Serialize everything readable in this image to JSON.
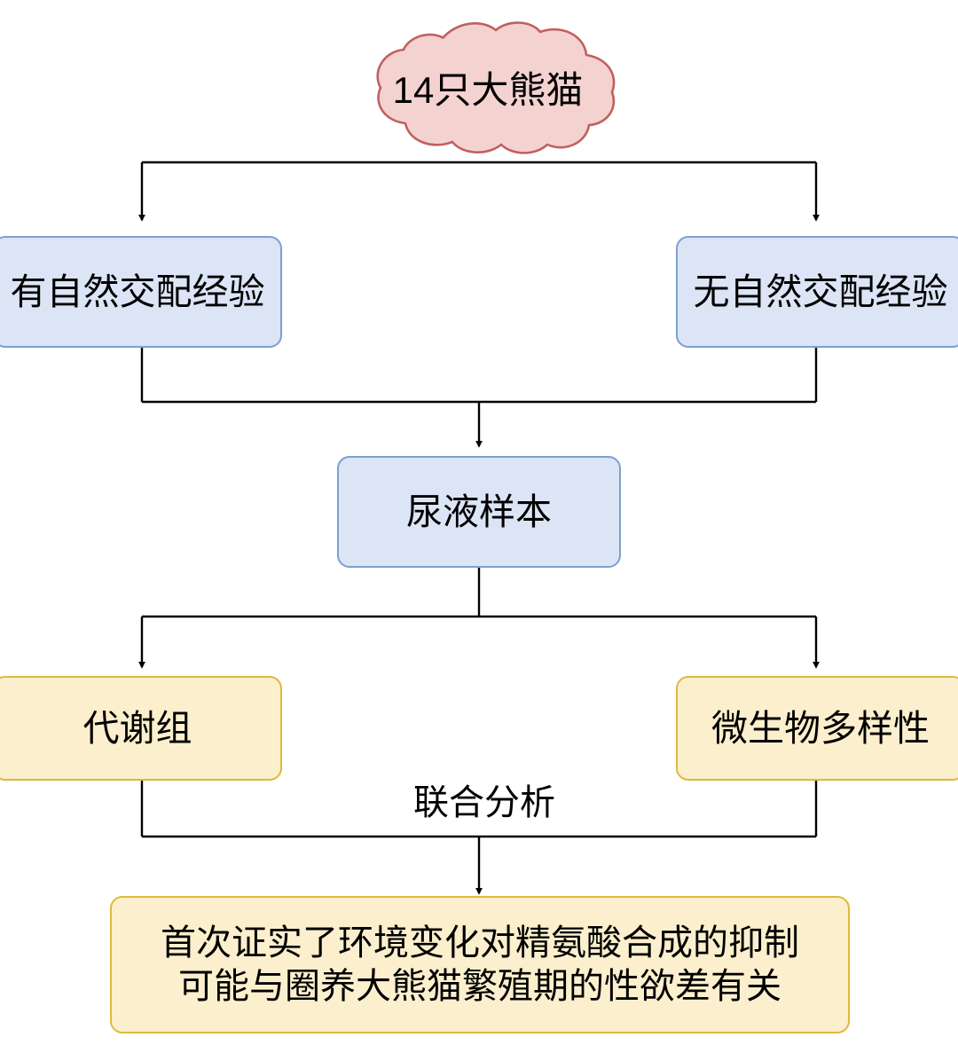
{
  "diagram": {
    "title_text": "14只大熊猫",
    "background_color": "#ffffff",
    "colors": {
      "cloud_fill": "#f4d2d0",
      "cloud_stroke": "#c1605f",
      "blue_fill": "#dbe5f5",
      "blue_stroke": "#7e9fd2",
      "yellow_fill": "#fcefcd",
      "yellow_stroke": "#dfb93e",
      "edge_stroke": "#000000",
      "text_color": "#000000"
    },
    "nodes": {
      "source": {
        "label": "14只大熊猫",
        "shape": "cloud"
      },
      "group_left": {
        "label": "有自然交配经验",
        "shape": "rounded-rect"
      },
      "group_right": {
        "label": "无自然交配经验",
        "shape": "rounded-rect"
      },
      "sample": {
        "label": "尿液样本",
        "shape": "rounded-rect"
      },
      "analysis_left": {
        "label": "代谢组",
        "shape": "rounded-rect"
      },
      "analysis_right": {
        "label": "微生物多样性",
        "shape": "rounded-rect"
      },
      "conclusion": {
        "label": "首次证实了环境变化对精氨酸合成的抑制\n可能与圈养大熊猫繁殖期的性欲差有关",
        "line1": "首次证实了环境变化对精氨酸合成的抑制",
        "line2": "可能与圈养大熊猫繁殖期的性欲差有关",
        "shape": "rounded-rect"
      }
    },
    "edge_labels": {
      "joint_analysis": "联合分析"
    }
  }
}
